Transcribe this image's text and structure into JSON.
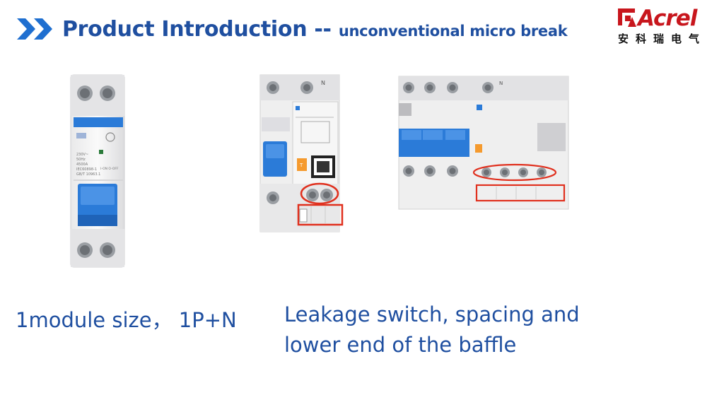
{
  "header": {
    "title_main": "Product Introduction --",
    "title_sub": "unconventional micro break"
  },
  "logo": {
    "wordmark": "Acrel",
    "chinese": "安科瑞电气",
    "color": "#c8161d"
  },
  "captions": {
    "left": "1module size， 1P+N",
    "right_line1": "Leakage switch, spacing and",
    "right_line2": "lower end of the baffle"
  },
  "colors": {
    "title": "#1f4fa0",
    "chevron": "#1f6fd0",
    "breaker_blue": "#2b7bd8",
    "highlight": "#e0301e"
  },
  "product_labels": {
    "neutral": "N",
    "mcb_rating": "230V~",
    "mcb_freq": "50Hz",
    "mcb_breaking": "4500A",
    "mcb_std": "IEC60898-1",
    "mcb_gb": "GB/T 10963.1",
    "mcb_onoff": "I-ON O-OFF",
    "rcbo_test": "T"
  }
}
